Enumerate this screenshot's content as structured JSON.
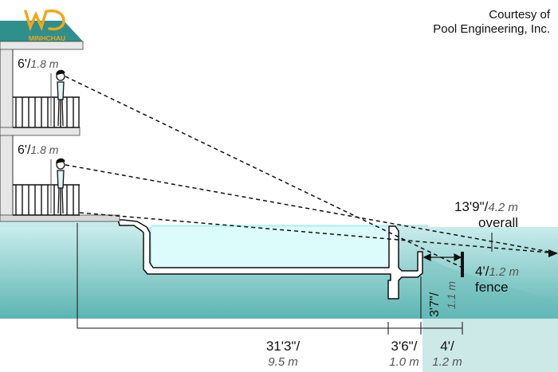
{
  "credit": {
    "line1": "Courtesy of",
    "line2": "Pool Engineering, Inc."
  },
  "logo": {
    "text": "MINHCHAU"
  },
  "observers": {
    "upper": {
      "imperial": "6'/",
      "metric": "1.8 m"
    },
    "lower": {
      "imperial": "6'/",
      "metric": "1.8 m"
    }
  },
  "overall": {
    "imperial": "13'9\"/",
    "metric": "4.2 m",
    "word": "overall"
  },
  "fence": {
    "imperial": "4'/",
    "metric": "1.2 m",
    "word": "fence"
  },
  "wall_height": {
    "imperial": "3'7\"/",
    "metric": "1.1 m"
  },
  "bottom_dims": [
    {
      "imperial": "31'3\"/",
      "metric": "9.5 m"
    },
    {
      "imperial": "3'6\"/",
      "metric": "1.0 m"
    },
    {
      "imperial": "4'/",
      "metric": "1.2 m"
    }
  ],
  "colors": {
    "water": "#d9fbfb",
    "ground_top": "#bfe6e6",
    "ground_bottom": "#5fb7b4",
    "roof": "#2d8f8c",
    "logo": "#f0a818",
    "line": "#111111"
  }
}
